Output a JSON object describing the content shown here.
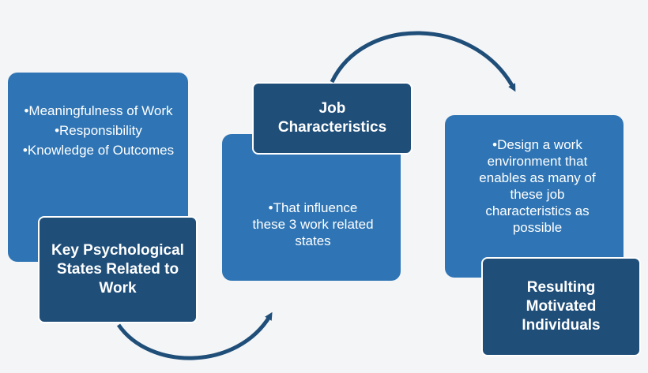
{
  "diagram": {
    "left": {
      "bullets": [
        "•Meaningfulness of Work",
        "•Responsibility",
        "•Knowledge of Outcomes"
      ],
      "title": "Key Psychological States Related to Work"
    },
    "middle": {
      "bullets": [
        "•That influence these 3 work related states"
      ],
      "title": "Job Characteristics"
    },
    "right": {
      "bullets": [
        "•Design a work environment that enables as many of these job characteristics as possible"
      ],
      "title": "Resulting Motivated Individuals"
    }
  },
  "colors": {
    "light_box": "#2f75b5",
    "dark_box": "#1f4e79",
    "arrow": "#1f4e79"
  }
}
